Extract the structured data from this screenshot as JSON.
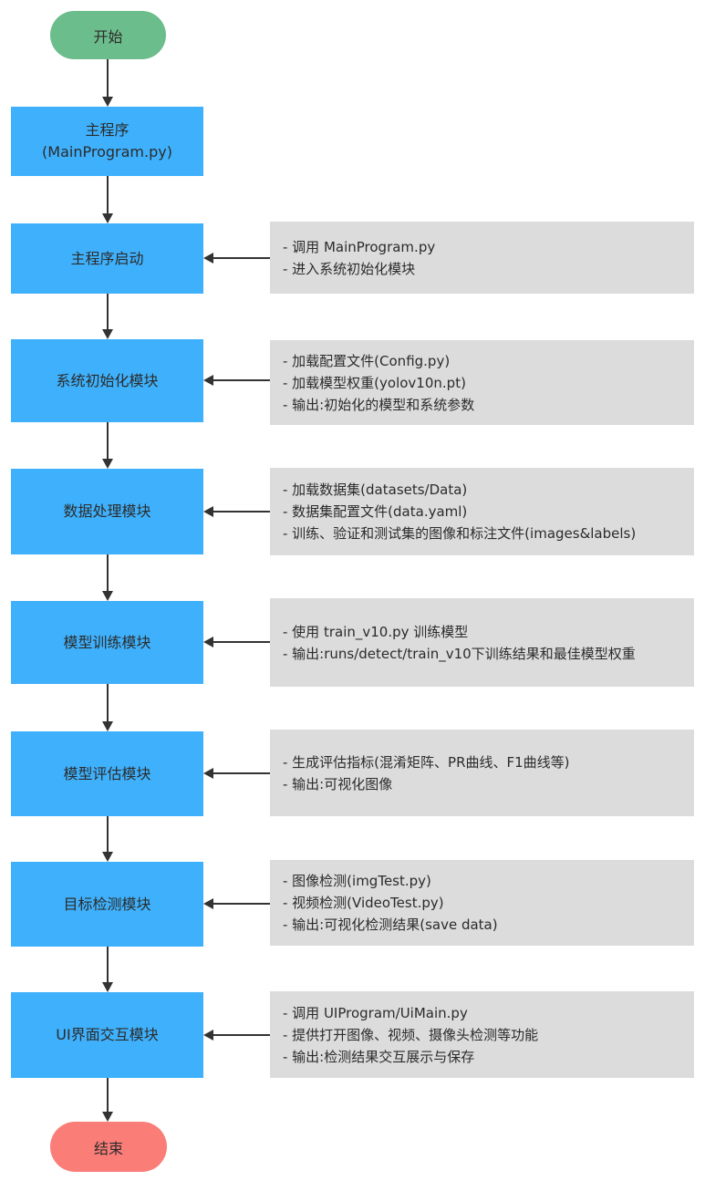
{
  "flow": {
    "start": {
      "label": "开始"
    },
    "end": {
      "label": "结束"
    },
    "nodes": [
      {
        "label": "主程序\n(MainProgram.py)"
      },
      {
        "label": "主程序启动",
        "note": [
          "- 调用 MainProgram.py",
          "- 进入系统初始化模块"
        ]
      },
      {
        "label": "系统初始化模块",
        "note": [
          "- 加载配置文件(Config.py)",
          "- 加载模型权重(yolov10n.pt)",
          "- 输出:初始化的模型和系统参数"
        ]
      },
      {
        "label": "数据处理模块",
        "note": [
          "- 加载数据集(datasets/Data)",
          "- 数据集配置文件(data.yaml)",
          "- 训练、验证和测试集的图像和标注文件(images&labels)"
        ]
      },
      {
        "label": "模型训练模块",
        "note": [
          "- 使用 train_v10.py 训练模型",
          "- 输出:runs/detect/train_v10下训练结果和最佳模型权重"
        ]
      },
      {
        "label": "模型评估模块",
        "note": [
          "- 生成评估指标(混淆矩阵、PR曲线、F1曲线等)",
          "- 输出:可视化图像"
        ]
      },
      {
        "label": "目标检测模块",
        "note": [
          "- 图像检测(imgTest.py)",
          "- 视频检测(VideoTest.py)",
          "- 输出:可视化检测结果(save data)"
        ]
      },
      {
        "label": "UI界面交互模块",
        "note": [
          "- 调用 UIProgram/UiMain.py",
          "- 提供打开图像、视频、摄像头检测等功能",
          "- 输出:检测结果交互展示与保存"
        ]
      }
    ],
    "colors": {
      "start_fill": "#6cbd8c",
      "process_fill": "#3fb1fc",
      "end_fill": "#fa7d78",
      "note_fill": "#dcdcdc",
      "arrow": "#333333",
      "text": "#2b2b2b"
    }
  }
}
